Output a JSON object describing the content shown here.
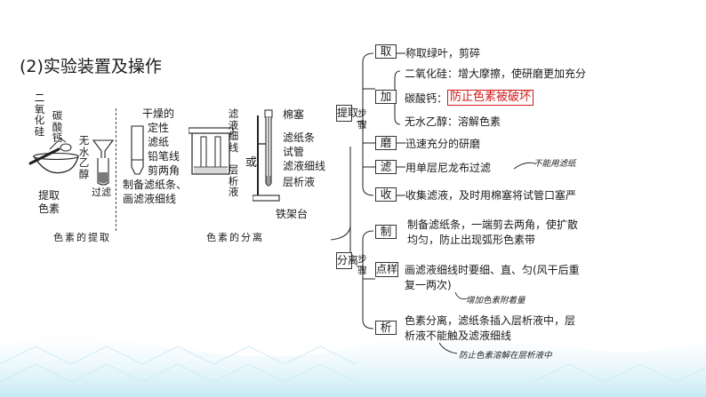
{
  "section_title": "(2)实验装置及操作",
  "left_figure": {
    "reagent_labels": [
      "二氧化硅",
      "碳酸钙"
    ],
    "solvent_label": "无水乙醇",
    "filter_label": "过滤",
    "extract_label": "提取色素",
    "caption": "色素的提取"
  },
  "right_figure": {
    "tube_labels": [
      "干燥的",
      "定性",
      "滤纸",
      "铅笔线",
      "剪两角"
    ],
    "prep_lines": [
      "制备滤纸条、",
      "画滤液细线"
    ],
    "solution_label": "滤液细线",
    "layer_label": "层析液",
    "or_label": "或",
    "stand_labels": [
      "棉塞",
      "滤纸条",
      "试管",
      "滤液细线",
      "层析液"
    ],
    "stand_base_label": "铁架台",
    "caption": "色素的分离"
  },
  "mindmap": {
    "extract": {
      "label": "提取",
      "steps_label": "步骤",
      "items": [
        {
          "box": "取",
          "text": "称取绿叶，剪碎"
        },
        {
          "box": "加",
          "lines": [
            "二氧化硅：增大摩擦，使研磨更加充分",
            "碳酸钙：",
            "防止色素被破坏",
            "无水乙醇：溶解色素"
          ]
        },
        {
          "box": "磨",
          "text": "迅速充分的研磨"
        },
        {
          "box": "滤",
          "text": "用单层尼龙布过滤",
          "note": "不能用滤纸"
        },
        {
          "box": "收",
          "text": "收集滤液，及时用棉塞将试管口塞严"
        }
      ]
    },
    "separate": {
      "label": "分离",
      "steps_label": "步骤",
      "items": [
        {
          "box": "制",
          "lines": [
            "制备滤纸条，一端剪去两角，使扩散",
            "均匀，防止出现弧形色素带"
          ]
        },
        {
          "box": "点样",
          "lines": [
            "画滤液细线时要细、直、匀(风干后重",
            "复一两次)"
          ],
          "note": "增加色素附着量"
        },
        {
          "box": "析",
          "lines": [
            "色素分离，滤纸条插入层析液中，层",
            "析液不能触及滤液细线"
          ],
          "note": "防止色素溶解在层析液中"
        }
      ]
    }
  },
  "colors": {
    "highlight": "#d21a1a",
    "line": "#333333"
  }
}
